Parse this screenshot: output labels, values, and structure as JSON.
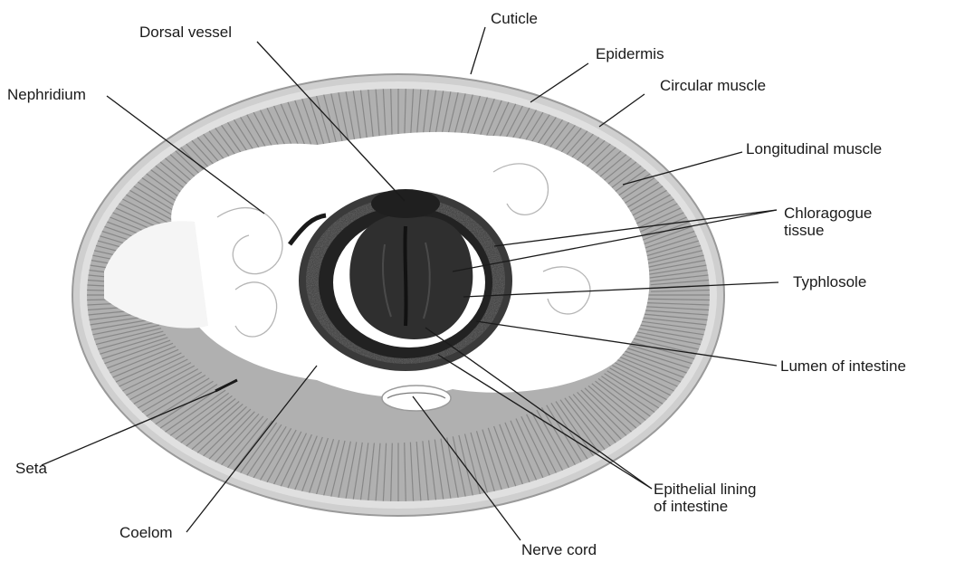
{
  "labels": {
    "cuticle": "Cuticle",
    "epidermis": "Epidermis",
    "circular_muscle": "Circular muscle",
    "longitudinal_muscle": "Longitudinal muscle",
    "dorsal_vessel": "Dorsal vessel",
    "nephridium": "Nephridium",
    "chloragogue_line1": "Chloragogue",
    "chloragogue_line2": "tissue",
    "typhlosole": "Typhlosole",
    "lumen_of_intestine": "Lumen of intestine",
    "epithelial_line1": "Epithelial lining",
    "epithelial_line2": "of intestine",
    "seta": "Seta",
    "coelom": "Coelom",
    "nerve_cord": "Nerve cord"
  },
  "colors": {
    "ink": "#1a1a1a",
    "muscle_band": "#9a9a9a",
    "tissue_dark": "#2a2a2a",
    "paper": "#ffffff"
  }
}
